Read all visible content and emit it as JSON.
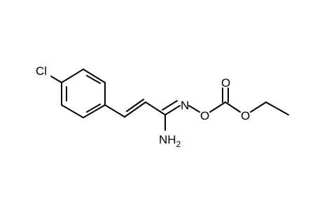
{
  "molecule": {
    "atoms": {
      "cl": "Cl",
      "n_imine": "N",
      "o_ether": "O",
      "o_carbonyl": "O",
      "o_ester": "O",
      "nh2_main": "NH",
      "nh2_sub": "2"
    }
  }
}
